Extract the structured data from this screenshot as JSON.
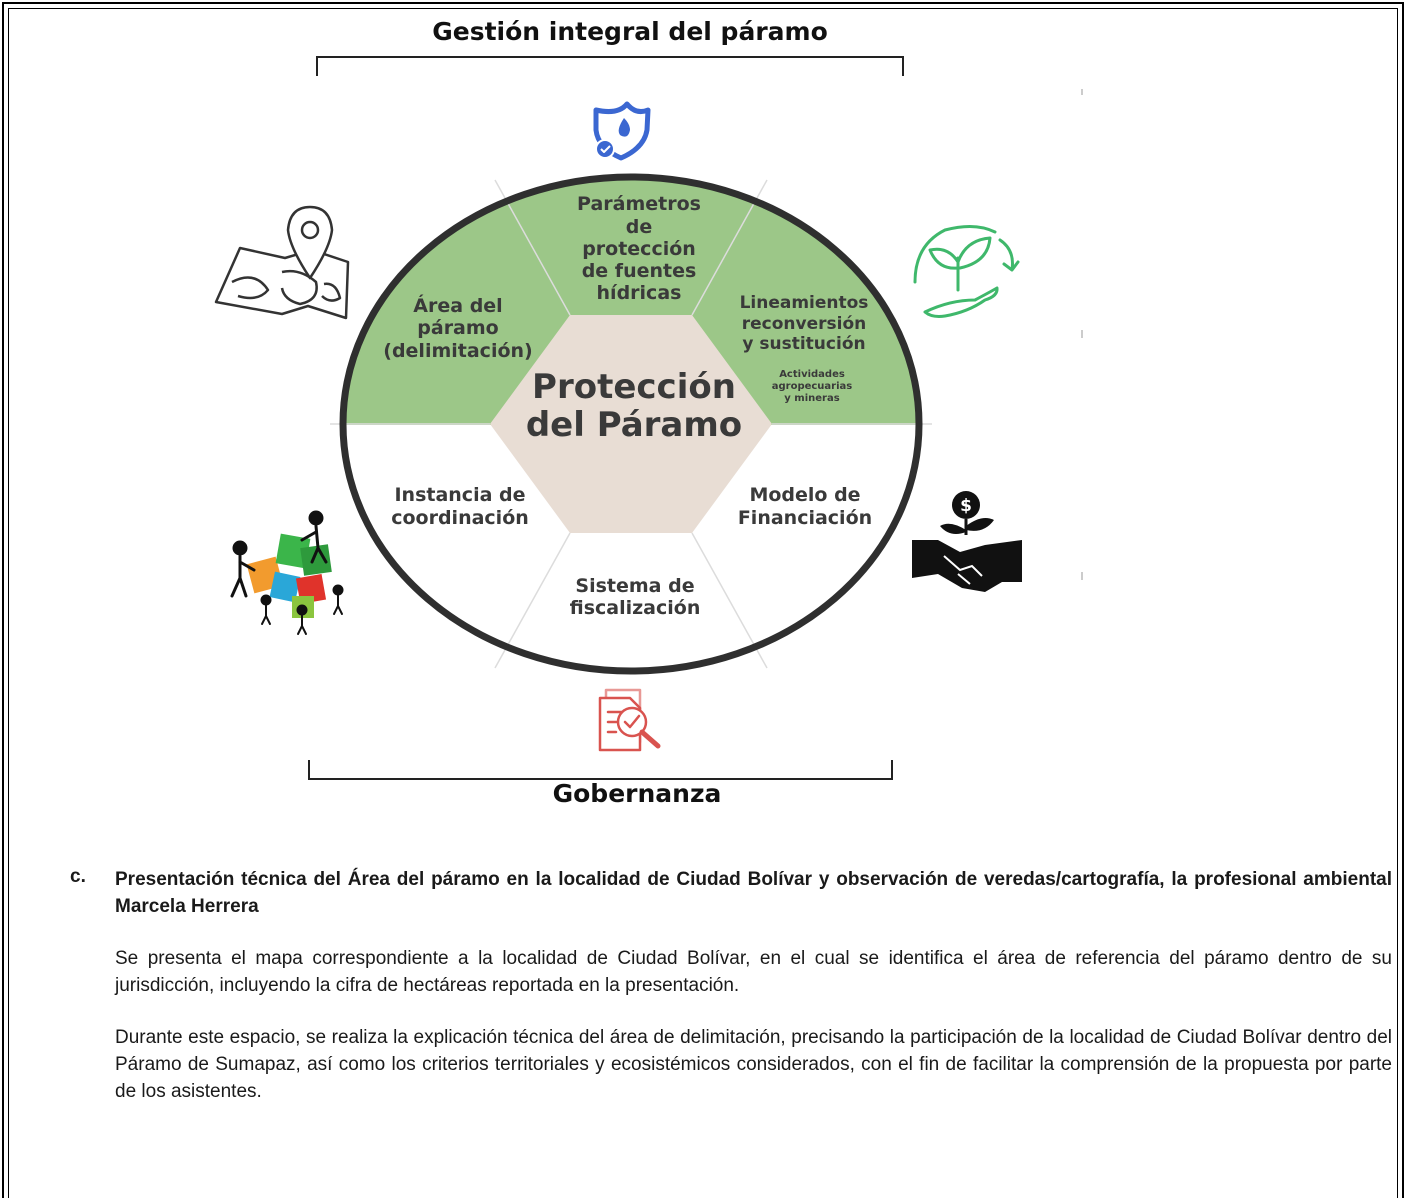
{
  "diagram": {
    "title": "Gestión integral del páramo",
    "bottom_label": "Gobernanza",
    "center": {
      "line1": "Protección",
      "line2": "del Páramo"
    },
    "segments": {
      "top": [
        "Parámetros",
        "de",
        "protección",
        "de fuentes",
        "hídricas"
      ],
      "top_left": [
        "Área del",
        "páramo",
        "(delimitación)"
      ],
      "top_right": [
        "Lineamientos",
        "reconversión",
        "y sustitución"
      ],
      "top_right_sub": [
        "Actividades",
        "agropecuarias",
        "y mineras"
      ],
      "left": [
        "Instancia de",
        "coordinación"
      ],
      "right": [
        "Modelo de",
        "Financiación"
      ],
      "bottom": [
        "Sistema de",
        "fiscalización"
      ]
    },
    "icons": [
      "shield-water-icon",
      "map-pin-icon",
      "plant-hand-icon",
      "money-handshake-icon",
      "team-puzzle-icon",
      "document-search-icon"
    ],
    "colors": {
      "green": "#9cc788",
      "hexagon": "#e8ddd4",
      "ring": "#2f2f2f",
      "shield": "#3b67d1",
      "plant": "#3fb86b",
      "audit": "#d9534f"
    }
  },
  "section_c": {
    "marker": "c.",
    "heading": "Presentación técnica del Área del páramo en la localidad de Ciudad Bolívar y observación de veredas/cartografía, la profesional ambiental Marcela Herrera",
    "paragraphs": [
      "Se presenta el mapa correspondiente a la localidad de Ciudad Bolívar, en el cual se identifica el área de referencia del páramo dentro de su jurisdicción, incluyendo la cifra de hectáreas reportada en la presentación.",
      "Durante este espacio, se realiza la explicación técnica del área de delimitación, precisando la participación de la localidad de Ciudad Bolívar dentro del Páramo de Sumapaz, así como los criterios territoriales y ecosistémicos considerados, con el fin de facilitar la comprensión de la propuesta por parte de los asistentes."
    ]
  }
}
